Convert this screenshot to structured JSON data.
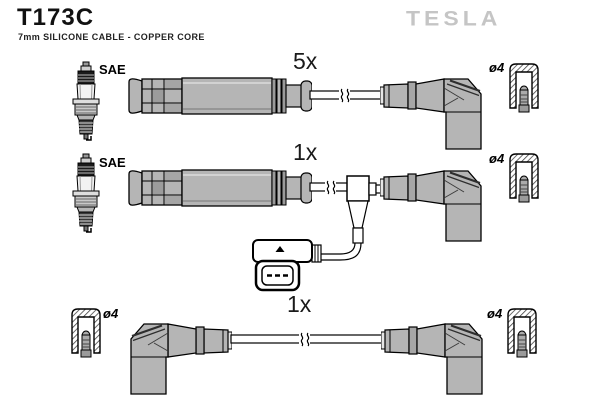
{
  "header": {
    "part_number": "T173C",
    "subtitle": "7mm SILICONE CABLE - COPPER CORE",
    "brand": "TESLA"
  },
  "rows": [
    {
      "quantity": "5x",
      "left_connector": "SAE",
      "right_connector": "ø4",
      "components": [
        "spark-plug-icon",
        "straight-boot",
        "cable-with-break",
        "angled-boot",
        "socket-cross-section"
      ]
    },
    {
      "quantity": "1x",
      "left_connector": "SAE",
      "right_connector": "ø4",
      "components": [
        "spark-plug-icon",
        "straight-boot",
        "cable-with-break",
        "inline-diagnostic-connector",
        "angled-boot",
        "socket-cross-section"
      ]
    },
    {
      "quantity": "1x",
      "left_connector": "ø4",
      "right_connector": "ø4",
      "components": [
        "socket-cross-section",
        "angled-boot",
        "cable-with-break",
        "angled-boot",
        "socket-cross-section"
      ]
    }
  ],
  "colors": {
    "background": "#ffffff",
    "boot_gray": "#b5b5b5",
    "brand_gray": "#c5c5c5",
    "outline": "#1a1a1a"
  }
}
